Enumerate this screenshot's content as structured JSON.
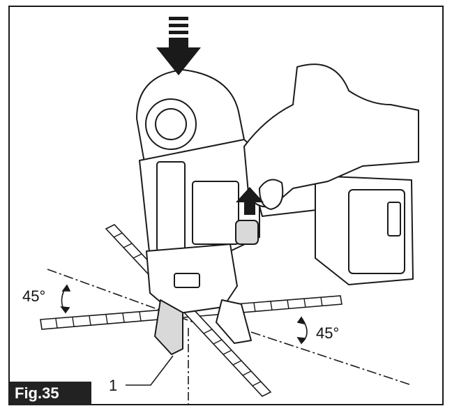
{
  "figure": {
    "label": "Fig.35",
    "angle_left": "45°",
    "angle_right": "45°",
    "callout_number": "1"
  },
  "colors": {
    "line": "#1a1a1a",
    "fill": "#ffffff",
    "shade": "#d9d9d9",
    "label_bg": "#222222"
  },
  "icons": [
    "press-down-arrow-icon",
    "push-up-arrow-icon"
  ]
}
